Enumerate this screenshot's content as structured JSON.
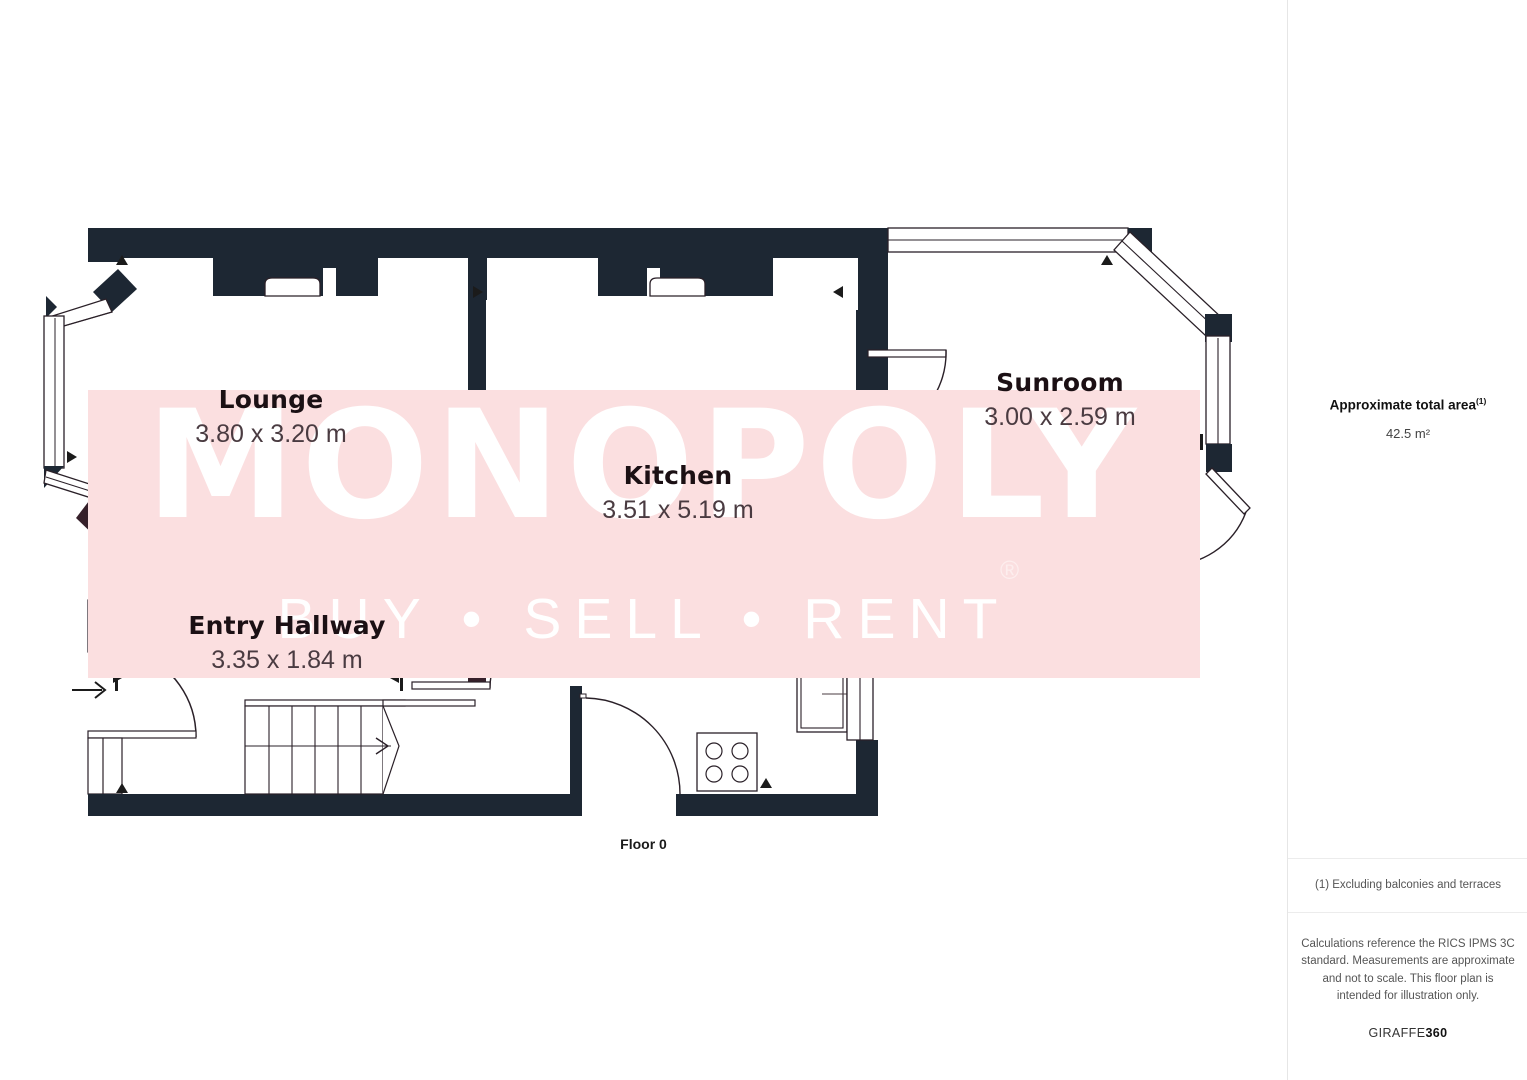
{
  "plan": {
    "floor_label": "Floor 0",
    "rooms": [
      {
        "id": "lounge",
        "name": "Lounge",
        "dims": "3.80 x 3.20 m"
      },
      {
        "id": "kitchen",
        "name": "Kitchen",
        "dims": "3.51 x 5.19 m"
      },
      {
        "id": "sunroom",
        "name": "Sunroom",
        "dims": "3.00 x 2.59 m"
      },
      {
        "id": "entry_hallway",
        "name": "Entry Hallway",
        "dims": "3.35 x 1.84 m"
      }
    ],
    "watermark": {
      "main": "MONOPOLY",
      "sub": "BUY • SELL • RENT",
      "registered": "®",
      "band_color": "#fbdfe0",
      "text_color": "#ffffff"
    },
    "colors": {
      "wall": "#1d2733",
      "wall_tinted": "#36202a",
      "outline": "#2a2028",
      "background": "#ffffff"
    }
  },
  "sidebar": {
    "area_title": "Approximate total area",
    "area_title_sup": "(1)",
    "area_value": "42.5 m²",
    "footnote": "(1) Excluding balconies and terraces",
    "disclaimer": "Calculations reference the RICS IPMS 3C standard. Measurements are approximate and not to scale. This floor plan is intended for illustration only.",
    "brand_prefix": "GIRAFFE",
    "brand_suffix": "360"
  }
}
